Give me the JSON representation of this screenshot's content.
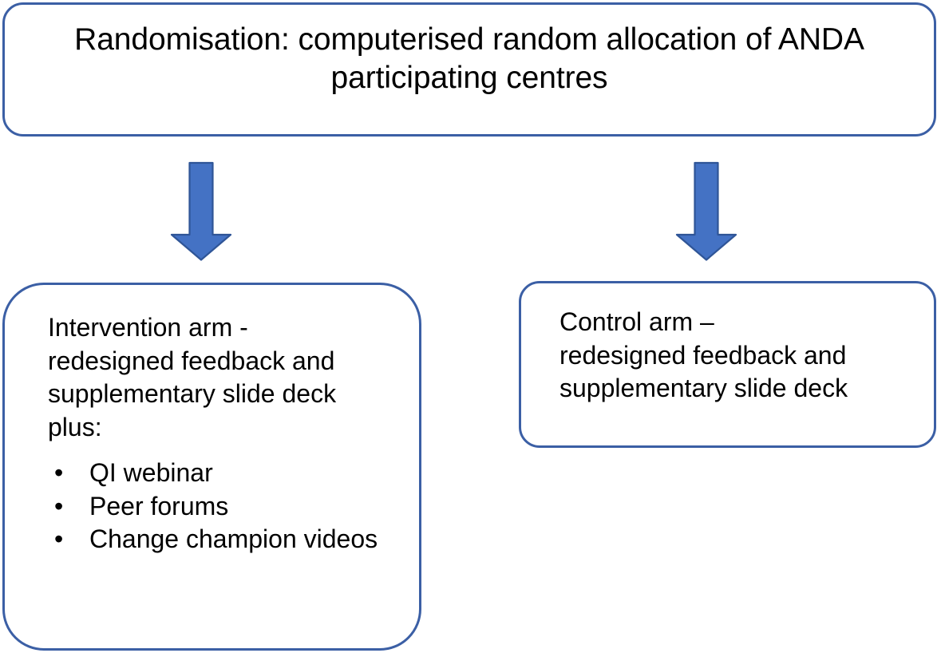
{
  "diagram": {
    "title_node": {
      "id": "randomisation",
      "lines": [
        "Randomisation: computerised random allocation of ANDA",
        "participating centres"
      ]
    },
    "intervention_node": {
      "id": "intervention-arm",
      "lines": [
        "Intervention arm -",
        "redesigned feedback and",
        "supplementary slide deck",
        "plus:"
      ],
      "bullets": [
        "QI webinar",
        "Peer forums",
        "Change champion videos"
      ],
      "bullet_marker": "•"
    },
    "control_node": {
      "id": "control-arm",
      "lines": [
        "Control arm –",
        "redesigned feedback and",
        "supplementary slide deck"
      ]
    },
    "arrows": [
      {
        "id": "arrow-to-intervention",
        "direction": "down"
      },
      {
        "id": "arrow-to-control",
        "direction": "down"
      }
    ],
    "colors": {
      "box_border": "#3b5fa5",
      "arrow_fill": "#4472c4",
      "arrow_stroke": "#2f5597",
      "box_background": "#ffffff",
      "text": "#000000"
    }
  }
}
